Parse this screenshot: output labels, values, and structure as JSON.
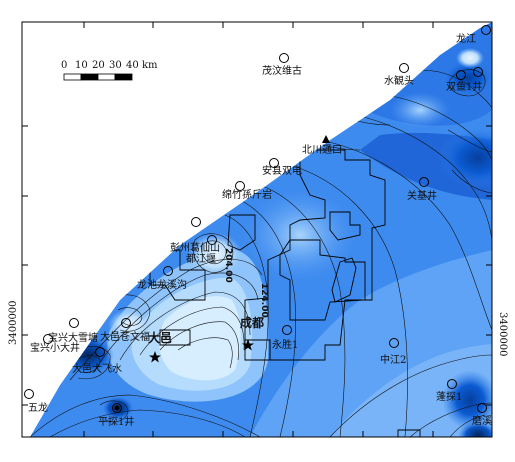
{
  "map": {
    "scale_bar": {
      "ticks": [
        "0",
        "10",
        "20",
        "30",
        "40"
      ],
      "unit": "km"
    },
    "coordinate_labels": {
      "left": "3400000",
      "right": "3400000"
    },
    "contour_labels": [
      "204.00",
      "124.00"
    ],
    "places": {
      "maowen": "茂汶维古",
      "shuiguantou": "水観头",
      "longjiang": "龙江",
      "shuangjiang": "双鱼1井",
      "beichuan": "北川通口",
      "anxian": "安县双电",
      "guanji": "关基井",
      "mianzhu": "绵竹孫斤岩",
      "pengzhou": "彭州葛仙山",
      "dujiangyan": "都江堰",
      "longchi": "龙池龙溪沟",
      "baoxing": "宝兴大雪塘",
      "dayi_cangbai": "大邑苍文福",
      "dayi": "大邑",
      "chengdu": "成都",
      "baoxing2": "宝兴小大井",
      "dayi_feishui": "大邑大飞水",
      "yongsheng": "永胜1",
      "zhongjiang": "中江2",
      "wulong": "五龙",
      "pingtan": "平探1井",
      "pengtan": "蓬探1",
      "moxi": "磨溪"
    },
    "colors": {
      "deep": "#0a5ed6",
      "mid": "#3f8ef2",
      "light": "#8ec3fb",
      "pale": "#d2ebff",
      "line": "#0d0d0d"
    }
  }
}
